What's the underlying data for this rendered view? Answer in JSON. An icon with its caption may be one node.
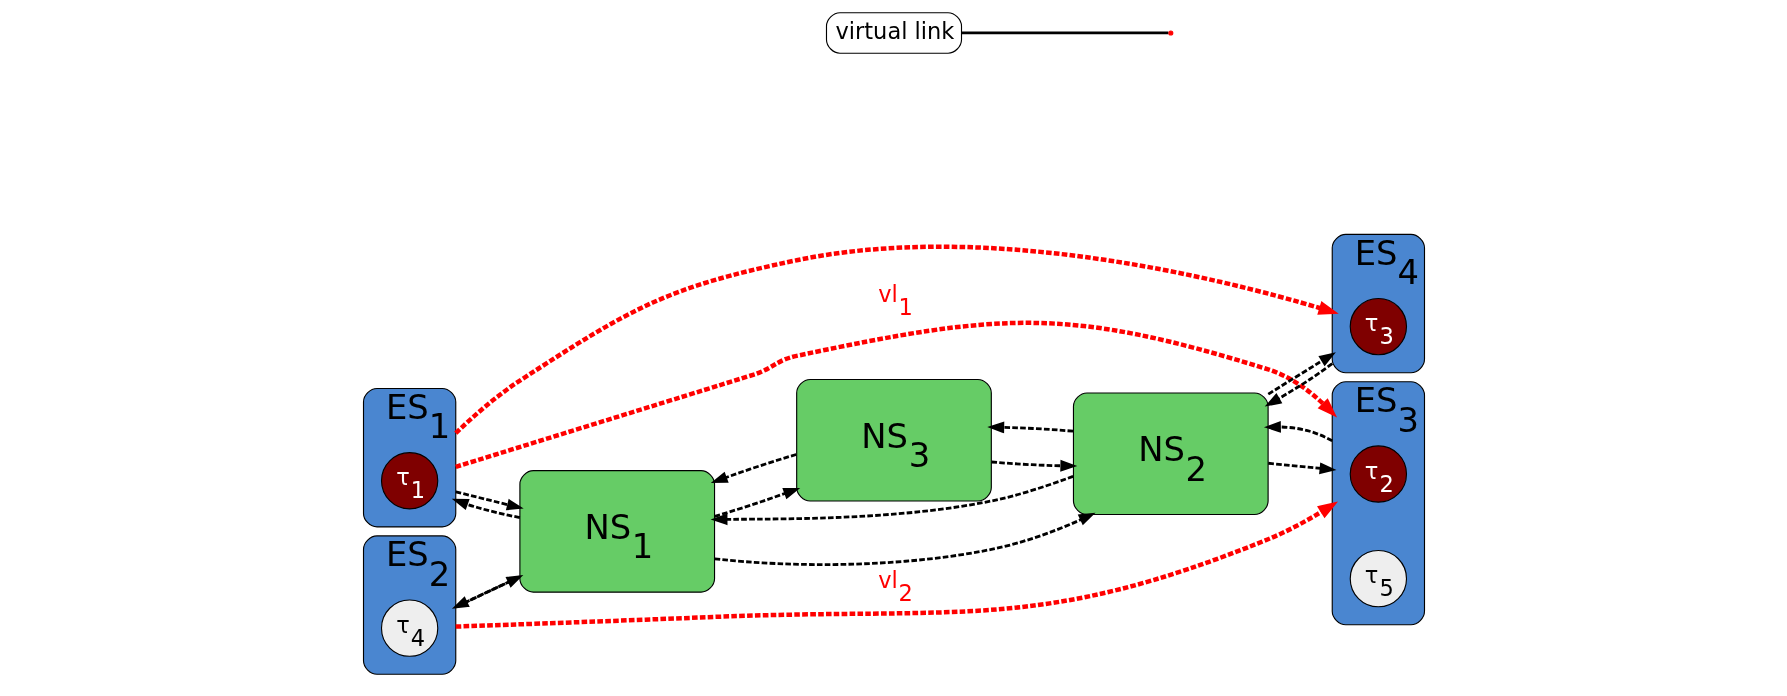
{
  "diagram": {
    "nodes": [
      {
        "text": [
          "ES$_{1}$"
        ]
      },
      {
        "text": [
          "τ$_{1}$"
        ],
        "in": 0
      },
      {
        "text": [
          "ES$_{2}$"
        ]
      },
      {
        "text": [
          "τ$_{4}$"
        ],
        "in": 2
      },
      {
        "text": [
          "NS$_{1}$"
        ]
      },
      {
        "text": [
          "NS$_{2}$"
        ]
      },
      {
        "text": [
          "ES$_{3}$"
        ]
      },
      {
        "text": [
          "τ$_{2}$"
        ],
        "in": 6
      },
      {
        "text": [
          "τ$_{5}$"
        ],
        "in": 6
      },
      {
        "text": [
          "ES$_{4}$"
        ]
      },
      {
        "text": [
          "τ$_{3}$"
        ],
        "in": 9
      },
      {
        "text": [
          "NS$_{3}$"
        ]
      },
      {
        "text": [
          "virtual link"
        ]
      }
    ],
    "edges": [
      {
        "from": 0,
        "to": 4,
        "arrow": "to",
        "style": "dashed"
      },
      {
        "from": 4,
        "to": 0,
        "arrow": "to",
        "style": "dashed"
      },
      {
        "from": 2,
        "to": 4,
        "arrow": "to",
        "style": "dashed"
      },
      {
        "from": 4,
        "to": 2,
        "arrow": "to",
        "style": "dashed"
      },
      {
        "from": 4,
        "to": 5,
        "arrow": "to",
        "style": "dashed"
      },
      {
        "from": 5,
        "to": 4,
        "arrow": "to",
        "style": "dashed"
      },
      {
        "from": 4,
        "to": 11,
        "arrow": "to",
        "style": "dashed"
      },
      {
        "from": 11,
        "to": 4,
        "arrow": "to",
        "style": "dashed"
      },
      {
        "from": 11,
        "to": 5,
        "arrow": "to",
        "style": "dashed"
      },
      {
        "from": 5,
        "to": 11,
        "arrow": "to",
        "style": "dashed"
      },
      {
        "from": 5,
        "to": 6,
        "arrow": "to",
        "style": "dashed"
      },
      {
        "from": 6,
        "to": 5,
        "arrow": "to",
        "style": "dashed"
      },
      {
        "from": 5,
        "to": 9,
        "arrow": "to",
        "style": "dashed"
      },
      {
        "from": 9,
        "to": 5,
        "arrow": "to",
        "style": "dashed"
      },
      {
        "from": 0,
        "to": 6,
        "arrow": "to",
        "style": "dashed",
        "color": "#ff0000",
        "label": "vl$_{1}$"
      },
      {
        "from": 0,
        "to": 9,
        "arrow": "to",
        "style": "dashed",
        "color": "#ff0000"
      },
      {
        "from": 2,
        "to": 6,
        "arrow": "to",
        "style": "dashed",
        "color": "#ff0000",
        "label": "vl$_{2}$"
      },
      {
        "from": 12,
        "to": null,
        "arrow": "none"
      }
    ]
  }
}
